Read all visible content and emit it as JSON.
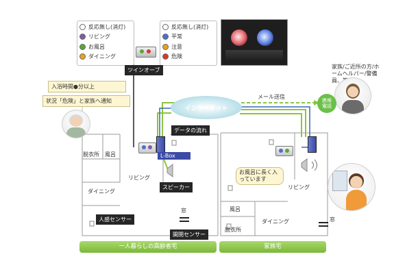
{
  "legend_left": {
    "items": [
      {
        "label": "反応無し(消灯)",
        "color": "#ffffff"
      },
      {
        "label": "リビング",
        "color": "#7b5ea7"
      },
      {
        "label": "お風呂",
        "color": "#5aa832"
      },
      {
        "label": "ダイニング",
        "color": "#e8a21f"
      }
    ]
  },
  "legend_right": {
    "items": [
      {
        "label": "反応無し(消灯)",
        "color": "#ffffff"
      },
      {
        "label": "平常",
        "color": "#4a6fd1"
      },
      {
        "label": "注意",
        "color": "#e8a21f"
      },
      {
        "label": "危険",
        "color": "#d83a2e"
      }
    ]
  },
  "twin_orb_label": "ツインオーブ",
  "notes": {
    "bath_time": "入浴時間●分以上",
    "notify": "状況「危険」と家族へ通知"
  },
  "internet_label": "インターネット",
  "mail_label": "メール送信",
  "data_flow_label": "データの流れ",
  "lbox_label": "L-Box",
  "speaker_label": "スピーカー",
  "human_sensor_label": "人感センサー",
  "door_sensor_label": "開閉センサー",
  "family_caption": "家族/ご近所の方/ホームヘルパー/警備員、等",
  "phone_label": "携帯電話",
  "speech_bubble": "お風呂に長く入っています",
  "left_house": {
    "title": "一人暮らしの高齢者宅",
    "rooms": {
      "changing": "脱衣所",
      "bath": "風呂",
      "living": "リビング",
      "dining": "ダイニング",
      "window": "窓"
    }
  },
  "right_house": {
    "title": "家族宅",
    "rooms": {
      "bath": "風呂",
      "changing": "脱衣所",
      "dining": "ダイニング",
      "living": "リビング",
      "window": "窓"
    }
  },
  "colors": {
    "internet": "#9fd0dc",
    "flow_line": "#8bc53f",
    "lbox": "#3b4ba6",
    "house_bar": "#8bc53f",
    "note_bg": "#fdf6d2"
  }
}
